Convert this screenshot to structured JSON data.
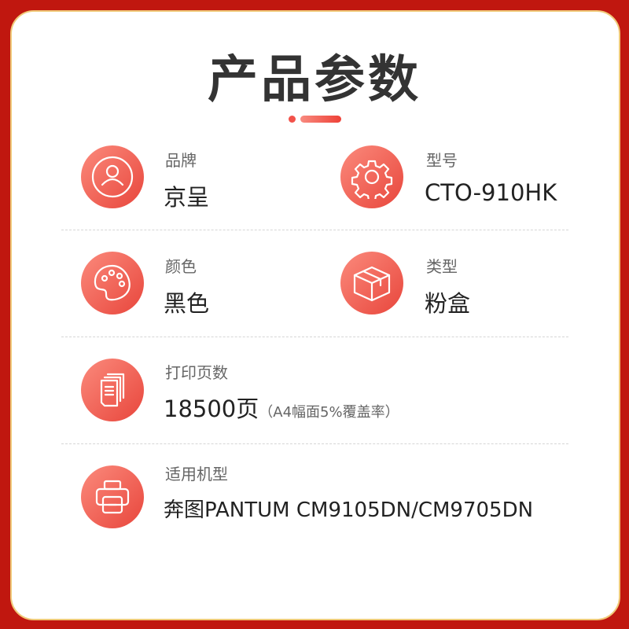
{
  "title": "产品参数",
  "colors": {
    "frame": "#c0170f",
    "accent": "#ee4137"
  },
  "params": [
    {
      "label": "品牌",
      "value": "京呈",
      "icon": "user-icon"
    },
    {
      "label": "型号",
      "value": "CTO-910HK",
      "icon": "gear-icon"
    },
    {
      "label": "颜色",
      "value": "黑色",
      "icon": "palette-icon"
    },
    {
      "label": "类型",
      "value": "粉盒",
      "icon": "box-icon"
    },
    {
      "label": "打印页数",
      "value": "18500页",
      "note": "（A4幅面5%覆盖率）",
      "icon": "documents-icon"
    },
    {
      "label": "适用机型",
      "value": "奔图PANTUM CM9105DN/CM9705DN",
      "icon": "printer-icon"
    }
  ]
}
